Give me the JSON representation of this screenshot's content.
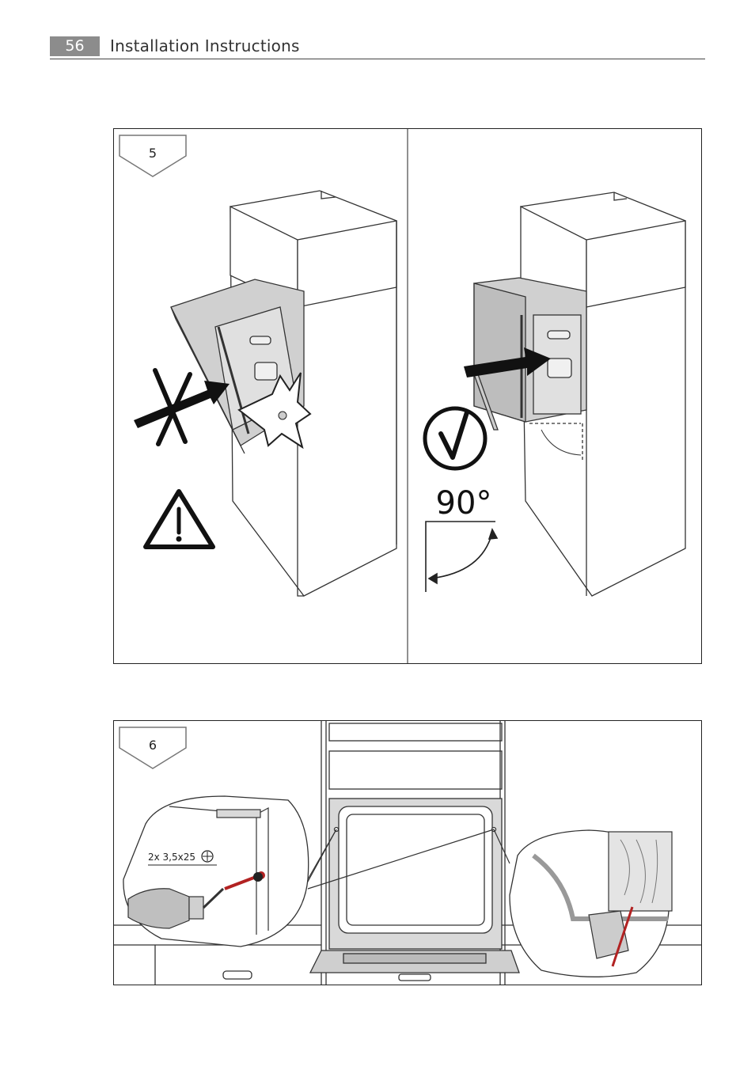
{
  "header": {
    "page_number": "56",
    "title": "Installation Instructions"
  },
  "step5": {
    "step_label": "5",
    "wrong_panel": {
      "icons": [
        "cross-mark-icon",
        "warning-triangle-icon",
        "collision-burst-icon",
        "push-arrow-icon"
      ]
    },
    "correct_panel": {
      "angle_label": "90°",
      "icons": [
        "checkmark-circle-icon",
        "push-arrow-icon",
        "angle-arc-icon"
      ]
    }
  },
  "step6": {
    "step_label": "6",
    "screw_spec": "2x 3,5x25",
    "icons": [
      "phillips-screw-icon",
      "drill-icon",
      "screw-icon"
    ]
  },
  "colors": {
    "page_number_bg": "#8c8c8c",
    "outline": "#222222",
    "oven_fill": "#d9d9d9",
    "screw": "#b22222"
  }
}
